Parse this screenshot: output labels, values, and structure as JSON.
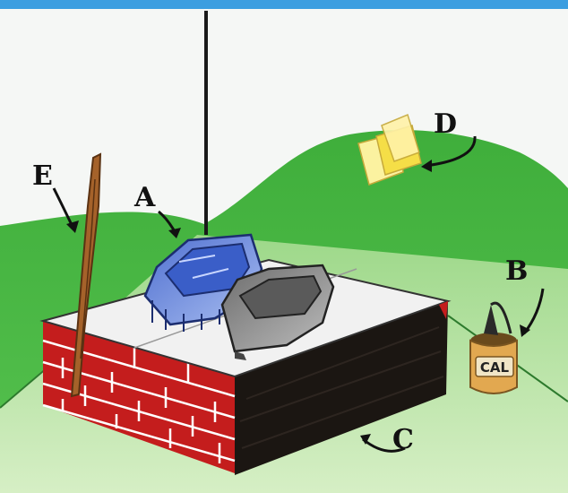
{
  "diagram": {
    "labels": {
      "A": "A",
      "B": "B",
      "C": "C",
      "D": "D",
      "E": "E"
    },
    "can_text": "CAL",
    "colors": {
      "sky_border": "#3c9ee0",
      "wall": "#f4f6f4",
      "grass_dark": "#2e9a3a",
      "grass_light": "#4cbf4a",
      "floor": "#bfe5a8",
      "slab_top": "#f2f2f2",
      "brick": "#c41d1d",
      "mortar": "#ffffff",
      "soil": "#1a1410",
      "tray_blue": "#6e8ed8",
      "tray_grey": "#8a8a8a",
      "paper": "#f6e36a",
      "stick": "#a5622a",
      "can": "#e0a64a"
    }
  }
}
